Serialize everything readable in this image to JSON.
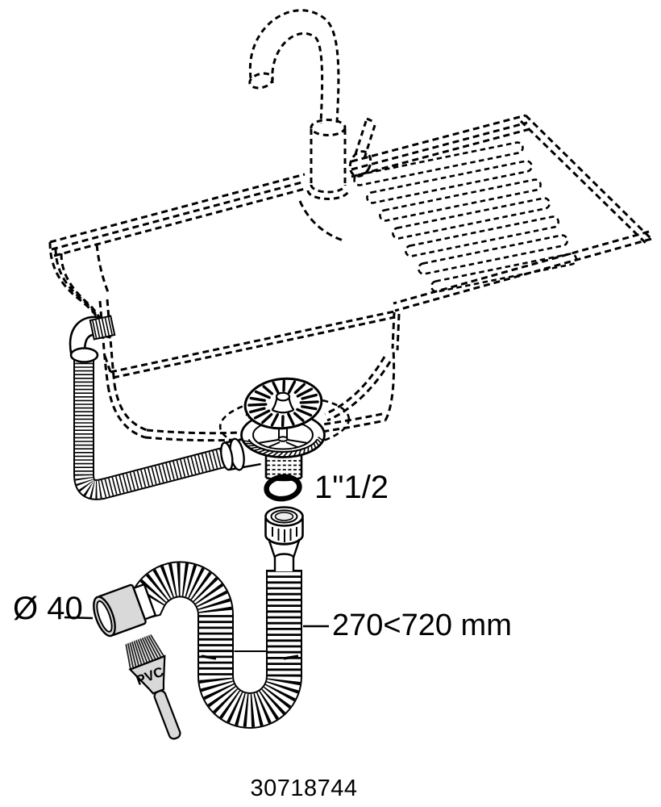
{
  "diagram": {
    "annotations": {
      "seal_size": "1\"1/2",
      "diameter": "Ø 40",
      "length_range": "270<720 mm",
      "brush_material": "PVC"
    },
    "product_code": "30718744",
    "colors": {
      "line": "#000000",
      "background": "#ffffff",
      "gray_fill": "#d9d9d9",
      "bristle_block": "#e9e9e9"
    }
  }
}
